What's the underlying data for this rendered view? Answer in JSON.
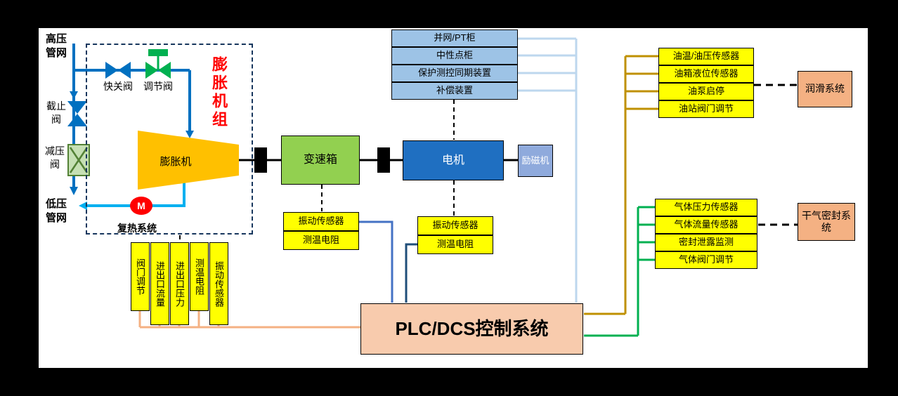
{
  "colors": {
    "pipe_blue": "#0070C0",
    "return_cyan": "#00B0F0",
    "valve_green": "#00B050",
    "expander_orange": "#FFC000",
    "gearbox_green": "#92D050",
    "motor_blue": "#1F6FC1",
    "exciter_blue": "#8FAADC",
    "panel_blue": "#9DC3E6",
    "sensor_yellow": "#FFFF00",
    "plc_salmon": "#F8CBAD",
    "system_salmon": "#F4B183",
    "line_olive": "#BF9000",
    "line_green": "#00B050",
    "line_peach": "#F4B183",
    "line_lightblue": "#BDD7EE",
    "line_blue": "#4472C4",
    "line_navy": "#1F4E79",
    "accent_red": "#FF0000"
  },
  "piping": {
    "hp_label": "高压管网",
    "lp_label": "低压管网",
    "valves": {
      "quick": "快关阀",
      "control": "调节阀",
      "stop": "截止阀",
      "reducer": "减压阀"
    },
    "reheat_label": "复热系统",
    "pump_motor": "M"
  },
  "train": {
    "group_label": "膨胀机组",
    "expander": "膨胀机",
    "gearbox": "变速箱",
    "motor": "电机",
    "exciter": "励磁机"
  },
  "electrical_panels": {
    "items": [
      "并网/PT柜",
      "中性点柜",
      "保护测控同期装置",
      "补偿装置"
    ]
  },
  "gearbox_sensors": {
    "items": [
      "振动传感器",
      "测温电阻"
    ]
  },
  "motor_sensors": {
    "items": [
      "振动传感器",
      "测温电阻"
    ]
  },
  "process_sensors": {
    "items": [
      "阀门调节",
      "进出口流量",
      "进出口压力",
      "测温电阻",
      "振动传感器"
    ]
  },
  "lubrication": {
    "items": [
      "油温/油压传感器",
      "油箱液位传感器",
      "油泵启停",
      "油站阀门调节"
    ],
    "system": "润滑系统"
  },
  "gas_seal": {
    "items": [
      "气体压力传感器",
      "气体流量传感器",
      "密封泄露监测",
      "气体阀门调节"
    ],
    "system": "干气密封系统"
  },
  "plc": {
    "title": "PLC/DCS控制系统"
  }
}
